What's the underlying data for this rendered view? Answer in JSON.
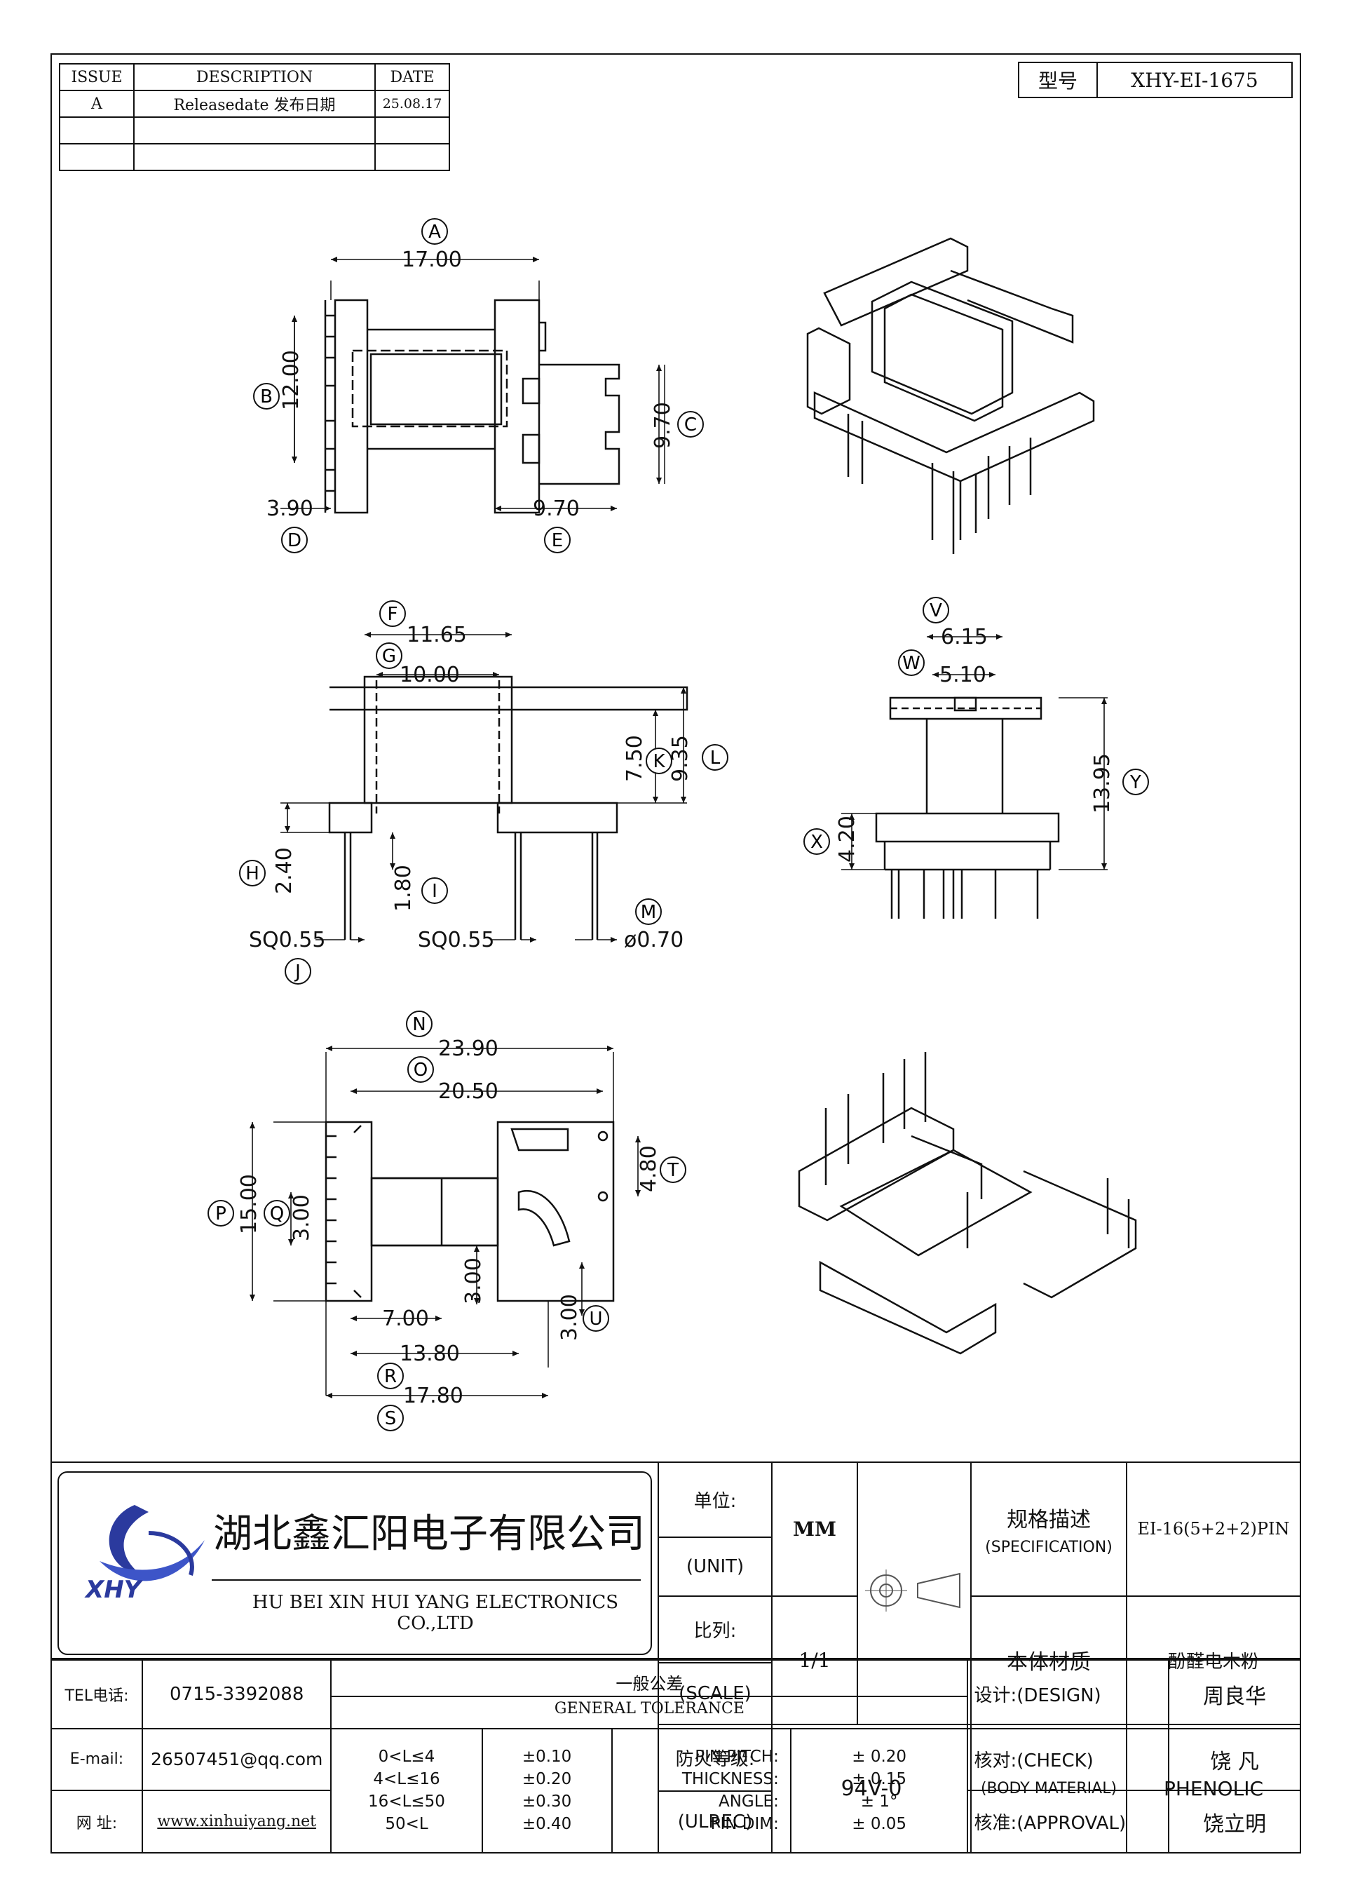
{
  "revision_table": {
    "headers": [
      "ISSUE",
      "DESCRIPTION",
      "DATE"
    ],
    "rows": [
      [
        "A",
        "Releasedate 发布日期",
        "25.08.17"
      ],
      [
        "",
        "",
        ""
      ],
      [
        "",
        "",
        ""
      ]
    ]
  },
  "model": {
    "label": "型号",
    "value": "XHY-EI-1675"
  },
  "dimensions": {
    "A": "17.00",
    "B": "12.00",
    "C": "9.70",
    "D": "3.90",
    "E": "9.70",
    "F": "11.65",
    "G": "10.00",
    "K": "7.50",
    "L": "9.35",
    "H": "2.40",
    "I": "1.80",
    "J": "SQ0.55",
    "J2": "SQ0.55",
    "M": "ø0.70",
    "V": "6.15",
    "W": "5.10",
    "X": "4.20",
    "Y": "13.95",
    "N": "23.90",
    "O": "20.50",
    "P": "15.00",
    "Q": "3.00",
    "T": "4.80",
    "R": "13.80",
    "S": "17.80",
    "U": "3.00",
    "dim_700": "7.00",
    "dim_300b": "3.00"
  },
  "title_block": {
    "company_cn": "湖北鑫汇阳电子有限公司",
    "company_en": "HU BEI XIN HUI YANG ELECTRONICS CO.,LTD",
    "logo_text": "XHY",
    "unit_cn": "单位:",
    "unit_en": "(UNIT)",
    "unit_value": "MM",
    "scale_cn": "比列:",
    "scale_en": "(SCALE)",
    "scale_value": "1/1",
    "ulrec_cn": "防火等级:",
    "ulrec_en": "(ULREC)",
    "ulrec_value": "94V-0",
    "spec_cn": "规格描述",
    "spec_en": "(SPECIFICATION)",
    "spec_value": "EI-16(5+2+2)PIN",
    "material_cn": "本体材质",
    "material_en": "(BODY MATERIAL)",
    "material_value_cn": "酚醛电木粉",
    "material_value_en": "PHENOLIC",
    "tel_label": "TEL电话:",
    "tel": "0715-3392088",
    "email_label": "E-mail:",
    "email": "26507451@qq.com",
    "web_label": "网   址:",
    "web": "www.xinhuiyang.net",
    "tolerance_cn": "一般公差",
    "tolerance_en": "GENERAL TOLERANCE",
    "tolerance_rows": [
      {
        "range": "0<L≤4",
        "tol": "±0.10"
      },
      {
        "range": "4<L≤16",
        "tol": "±0.20"
      },
      {
        "range": "16<L≤50",
        "tol": "±0.30"
      },
      {
        "range": "50<L",
        "tol": "±0.40"
      }
    ],
    "pin_rows": [
      {
        "name": "PIN PITCH:",
        "tol": "± 0.20"
      },
      {
        "name": "THICKNESS:",
        "tol": "± 0.15"
      },
      {
        "name": "ANGLE:",
        "tol": "± 1°"
      },
      {
        "name": "PIN DIM:",
        "tol": "± 0.05"
      }
    ],
    "design_label": "设计:(DESIGN)",
    "design_name": "周良华",
    "check_label": "核对:(CHECK)",
    "check_name": "饶  凡",
    "approval_label": "核准:(APPROVAL)",
    "approval_name": "饶立明"
  }
}
